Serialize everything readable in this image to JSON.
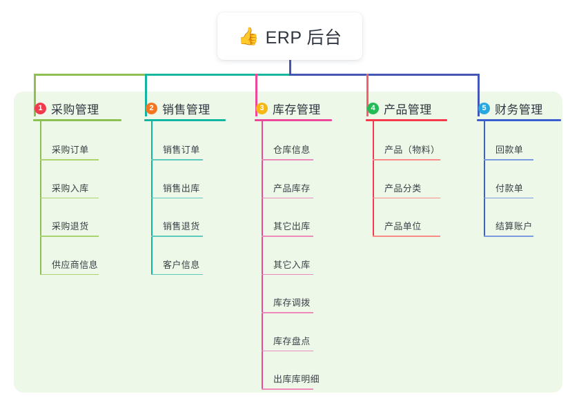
{
  "diagram": {
    "type": "mind-map",
    "background_color": "#ffffff",
    "panel_color": "#eef8e9",
    "root": {
      "icon": "thumbs-up-icon",
      "emoji": "👍",
      "title": "ERP 后台",
      "card_color": "#ffffff",
      "trunk_color": "#4356b5"
    },
    "bus": {
      "left_color": "#8cc152",
      "mid_color": "#17b7a0",
      "right_color": "#4356b5"
    },
    "branches": [
      {
        "number": "1",
        "title": "采购管理",
        "badge_color": "#f03b4f",
        "line_color": "#8cc152",
        "child_line_color": "#a9d36e",
        "drop_color": "#8cc152",
        "children": [
          {
            "label": "采购订单"
          },
          {
            "label": "采购入库"
          },
          {
            "label": "采购退货"
          },
          {
            "label": "供应商信息"
          }
        ]
      },
      {
        "number": "2",
        "title": "销售管理",
        "badge_color": "#f47521",
        "line_color": "#12b5a0",
        "child_line_color": "#5cc9bd",
        "drop_color": "#12b5a0",
        "children": [
          {
            "label": "销售订单"
          },
          {
            "label": "销售出库"
          },
          {
            "label": "销售退货"
          },
          {
            "label": "客户信息"
          }
        ]
      },
      {
        "number": "3",
        "title": "库存管理",
        "badge_color": "#f5b715",
        "line_color": "#ec4899",
        "child_line_color": "#ee8ab9",
        "drop_color": "#ec4899",
        "children": [
          {
            "label": "仓库信息"
          },
          {
            "label": "产品库存"
          },
          {
            "label": "其它出库"
          },
          {
            "label": "其它入库"
          },
          {
            "label": "库存调拨"
          },
          {
            "label": "库存盘点"
          },
          {
            "label": "出库库明细"
          }
        ]
      },
      {
        "number": "4",
        "title": "产品管理",
        "badge_color": "#22bb55",
        "line_color": "#f4394b",
        "child_line_color": "#f98a86",
        "drop_color": "#f4606a",
        "children": [
          {
            "label": "产品（物料）"
          },
          {
            "label": "产品分类"
          },
          {
            "label": "产品单位"
          }
        ]
      },
      {
        "number": "5",
        "title": "财务管理",
        "badge_color": "#29a8e0",
        "line_color": "#3b5fd0",
        "child_line_color": "#7b99e0",
        "drop_color": "#4356b5",
        "children": [
          {
            "label": "回款单"
          },
          {
            "label": "付款单"
          },
          {
            "label": "结算账户"
          }
        ]
      }
    ]
  }
}
